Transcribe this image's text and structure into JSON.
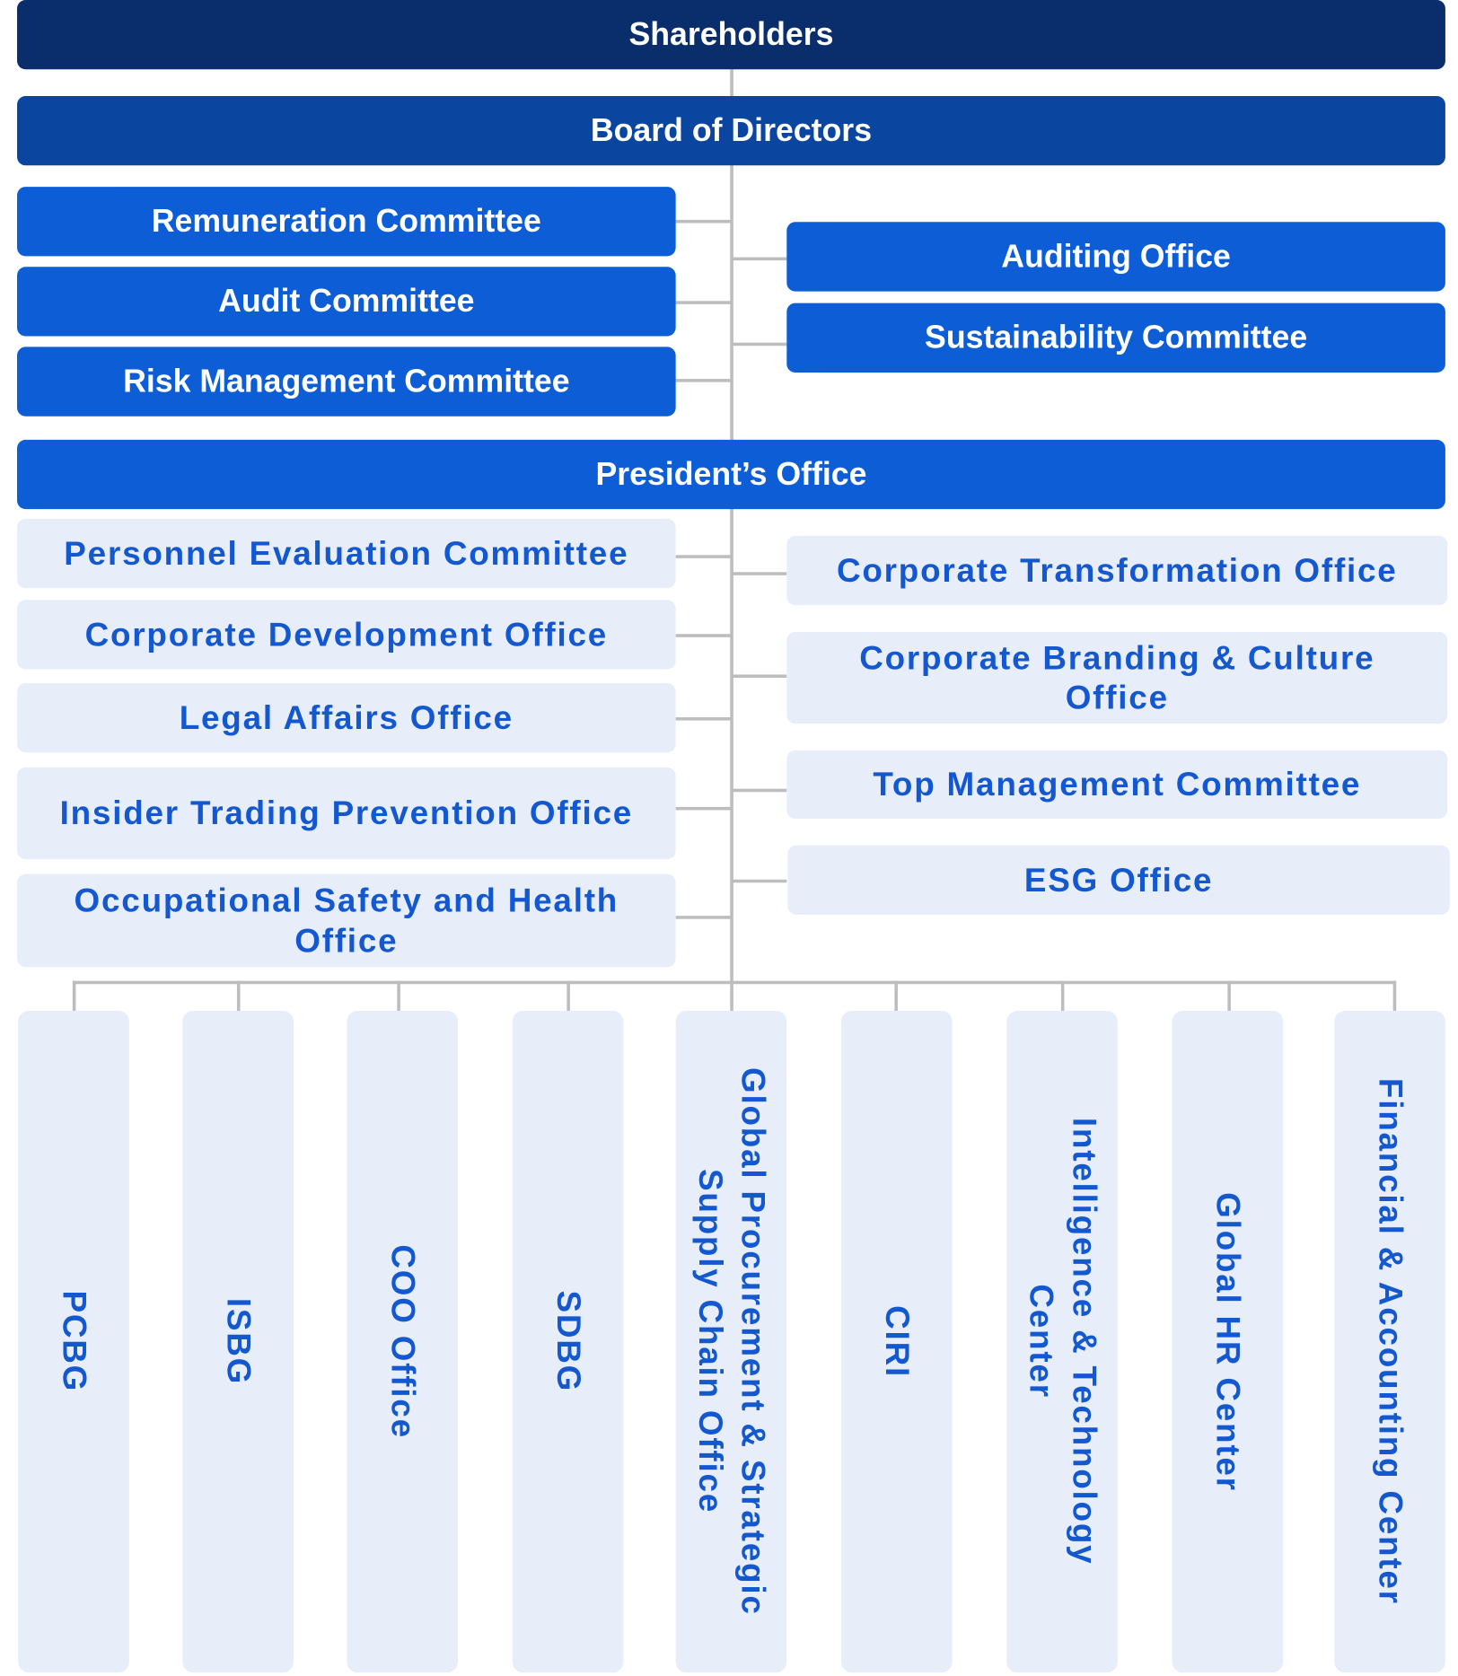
{
  "colors": {
    "shareholders": "#0a2d6b",
    "board": "#0a46a0",
    "primary": "#0d5ed6",
    "light": "#e7eefa",
    "light_text": "#1458d0",
    "connector": "#bdbdbd"
  },
  "top": {
    "shareholders": "Shareholders",
    "board": "Board of Directors",
    "president": "President’s Office"
  },
  "board_left": [
    "Remuneration Committee",
    "Audit Committee",
    "Risk Management Committee"
  ],
  "board_right": [
    "Auditing Office",
    "Sustainability Committee"
  ],
  "president_left": [
    "Personnel Evaluation Committee",
    "Corporate Development Office",
    "Legal Affairs Office",
    "Insider Trading Prevention Office",
    "Occupational Safety and Health Office"
  ],
  "president_right": [
    "Corporate Transformation Office",
    "Corporate Branding & Culture Office",
    "Top Management Committee",
    "ESG Office"
  ],
  "units": [
    "PCBG",
    "ISBG",
    "COO Office",
    "SDBG",
    "Global Procurement & Strategic Supply Chain Office",
    "CIRI",
    "Intelligence & Technology Center",
    "Global HR Center",
    "Financial & Accounting Center"
  ]
}
